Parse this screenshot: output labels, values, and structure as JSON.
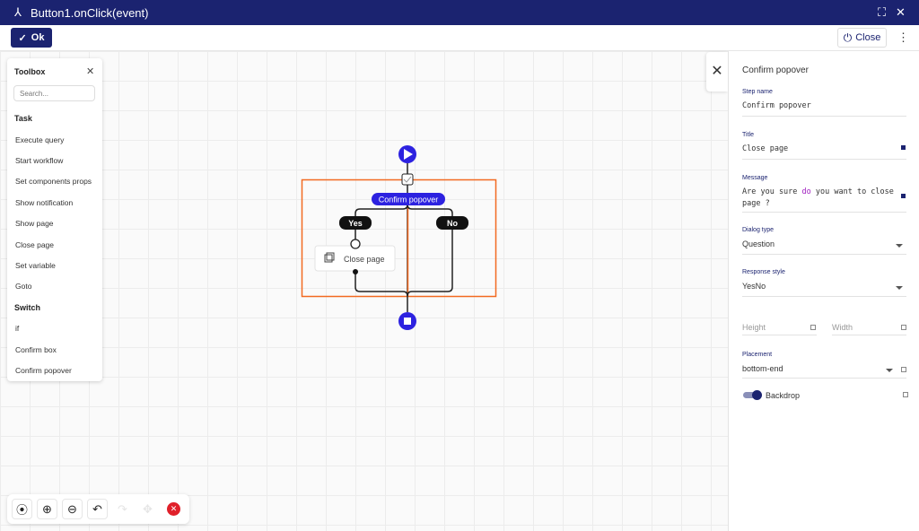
{
  "window": {
    "title": "Button1.onClick(event)"
  },
  "toolbar": {
    "ok_label": "Ok",
    "close_label": "Close"
  },
  "toolbox": {
    "title": "Toolbox",
    "search_placeholder": "Search...",
    "sections": [
      {
        "label": "Task",
        "items": [
          "Execute query",
          "Start workflow",
          "Set components props",
          "Show notification",
          "Show page",
          "Close page",
          "Set variable",
          "Goto"
        ]
      },
      {
        "label": "Switch",
        "items": [
          "if",
          "Confirm box",
          "Confirm popover"
        ]
      }
    ]
  },
  "diagram": {
    "step_label": "Confirm popover",
    "yes_label": "Yes",
    "no_label": "No",
    "action_label": "Close page"
  },
  "panel": {
    "title": "Confirm popover",
    "step_name_label": "Step name",
    "step_name": "Confirm popover",
    "title_label": "Title",
    "title_value": "Close page",
    "message_label": "Message",
    "message_a": "Are you sure ",
    "message_kw": "do",
    "message_b": " you want to close",
    "message_c": "page ?",
    "dialog_type_label": "Dialog type",
    "dialog_type": "Question",
    "response_style_label": "Response style",
    "response_style": "YesNo",
    "height_placeholder": "Height",
    "width_placeholder": "Width",
    "placement_label": "Placement",
    "placement": "bottom-end",
    "backdrop_label": "Backdrop",
    "backdrop_on": true
  },
  "colors": {
    "primary": "#1b2370",
    "accent": "#2d22e0",
    "selection": "#f26a21",
    "danger": "#e0202a"
  }
}
